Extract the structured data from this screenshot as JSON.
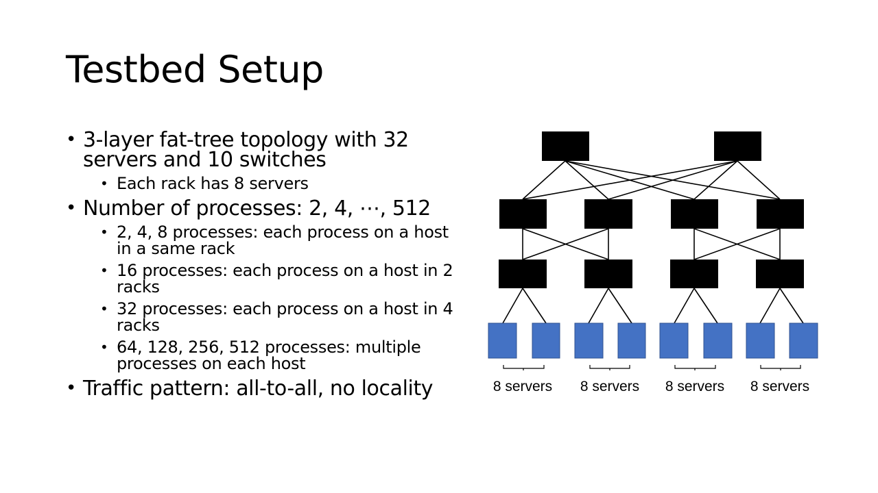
{
  "slide": {
    "title": "Testbed Setup",
    "bullets": [
      {
        "text": "3-layer fat-tree topology with 32 servers and 10 switches",
        "sub": [
          "Each rack has 8 servers"
        ]
      },
      {
        "text": "Number of processes: 2, 4, ⋯, 512",
        "sub": [
          "2, 4, 8 processes: each process on a host in a same rack",
          "16 processes: each process on a host in 2 racks",
          "32 processes: each process on a host in 4 racks",
          "64, 128, 256, 512 processes: multiple processes on each host"
        ]
      },
      {
        "text": "Traffic pattern: all-to-all, no locality",
        "sub": []
      }
    ]
  },
  "diagram": {
    "colors": {
      "switch": "#000000",
      "server": "#4472c4"
    },
    "group_labels": [
      "8 servers",
      "8 servers",
      "8 servers",
      "8 servers"
    ]
  }
}
